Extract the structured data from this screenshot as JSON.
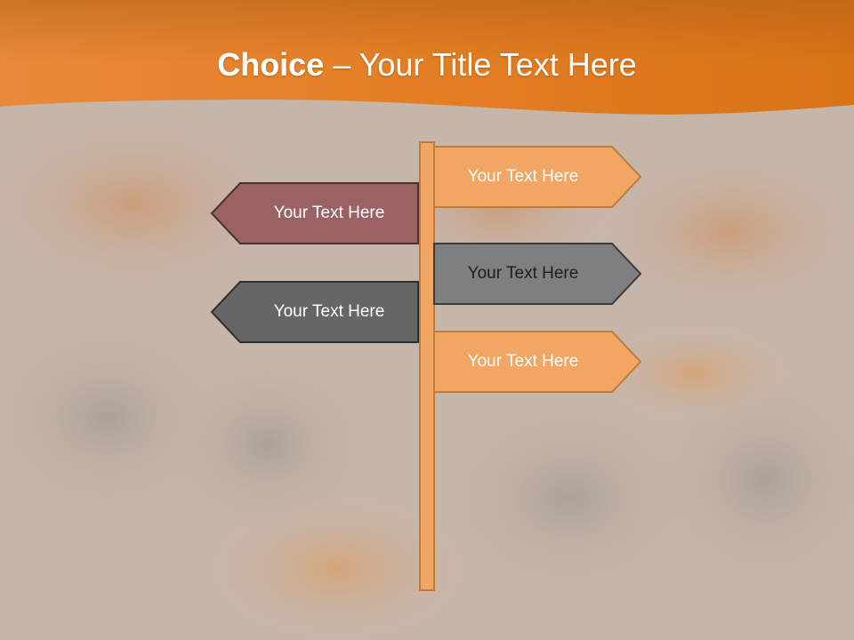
{
  "slide": {
    "title_bold": "Choice",
    "title_rest": " – Your Title Text Here"
  },
  "signs": [
    {
      "label": "Your Text Here",
      "direction": "right",
      "color": "#f2a663",
      "text_color": "#ffffff"
    },
    {
      "label": "Your Text Here",
      "direction": "left",
      "color": "#9a6262",
      "text_color": "#ffffff"
    },
    {
      "label": "Your Text Here",
      "direction": "right",
      "color": "#7f7f7f",
      "text_color": "#1e1e1e"
    },
    {
      "label": "Your Text Here",
      "direction": "left",
      "color": "#666666",
      "text_color": "#ffffff"
    },
    {
      "label": "Your Text Here",
      "direction": "right",
      "color": "#f2a663",
      "text_color": "#ffffff"
    }
  ],
  "colors": {
    "header_orange": "#e07a1e",
    "post": "#f2a663",
    "outline": "#c07a3a"
  }
}
